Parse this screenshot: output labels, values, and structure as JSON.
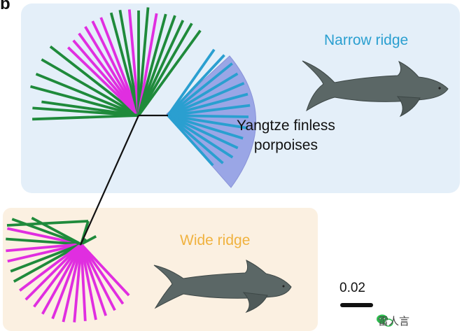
{
  "figure": {
    "panel_letter": "b",
    "groups": {
      "narrow": {
        "label": "Narrow ridge",
        "color": "#2a9fd0",
        "bg": "#e4eff9"
      },
      "wide": {
        "label": "Wide ridge",
        "color": "#f0b23f",
        "bg": "#fbf0e1"
      }
    },
    "clade_label": {
      "line1": "Yangtze finless",
      "line2": "porpoises"
    },
    "clade_fill": "#9aa6e6",
    "scale_bar": {
      "label": "0.02"
    },
    "branch_colors": {
      "magenta": "#e02ee0",
      "green": "#1f8a3b",
      "blue": "#2a9fd0",
      "trunk": "#111111"
    },
    "watermark": "雷人言",
    "icons": [
      "porpoise-narrow-icon",
      "porpoise-wide-icon",
      "wechat-icon"
    ]
  }
}
